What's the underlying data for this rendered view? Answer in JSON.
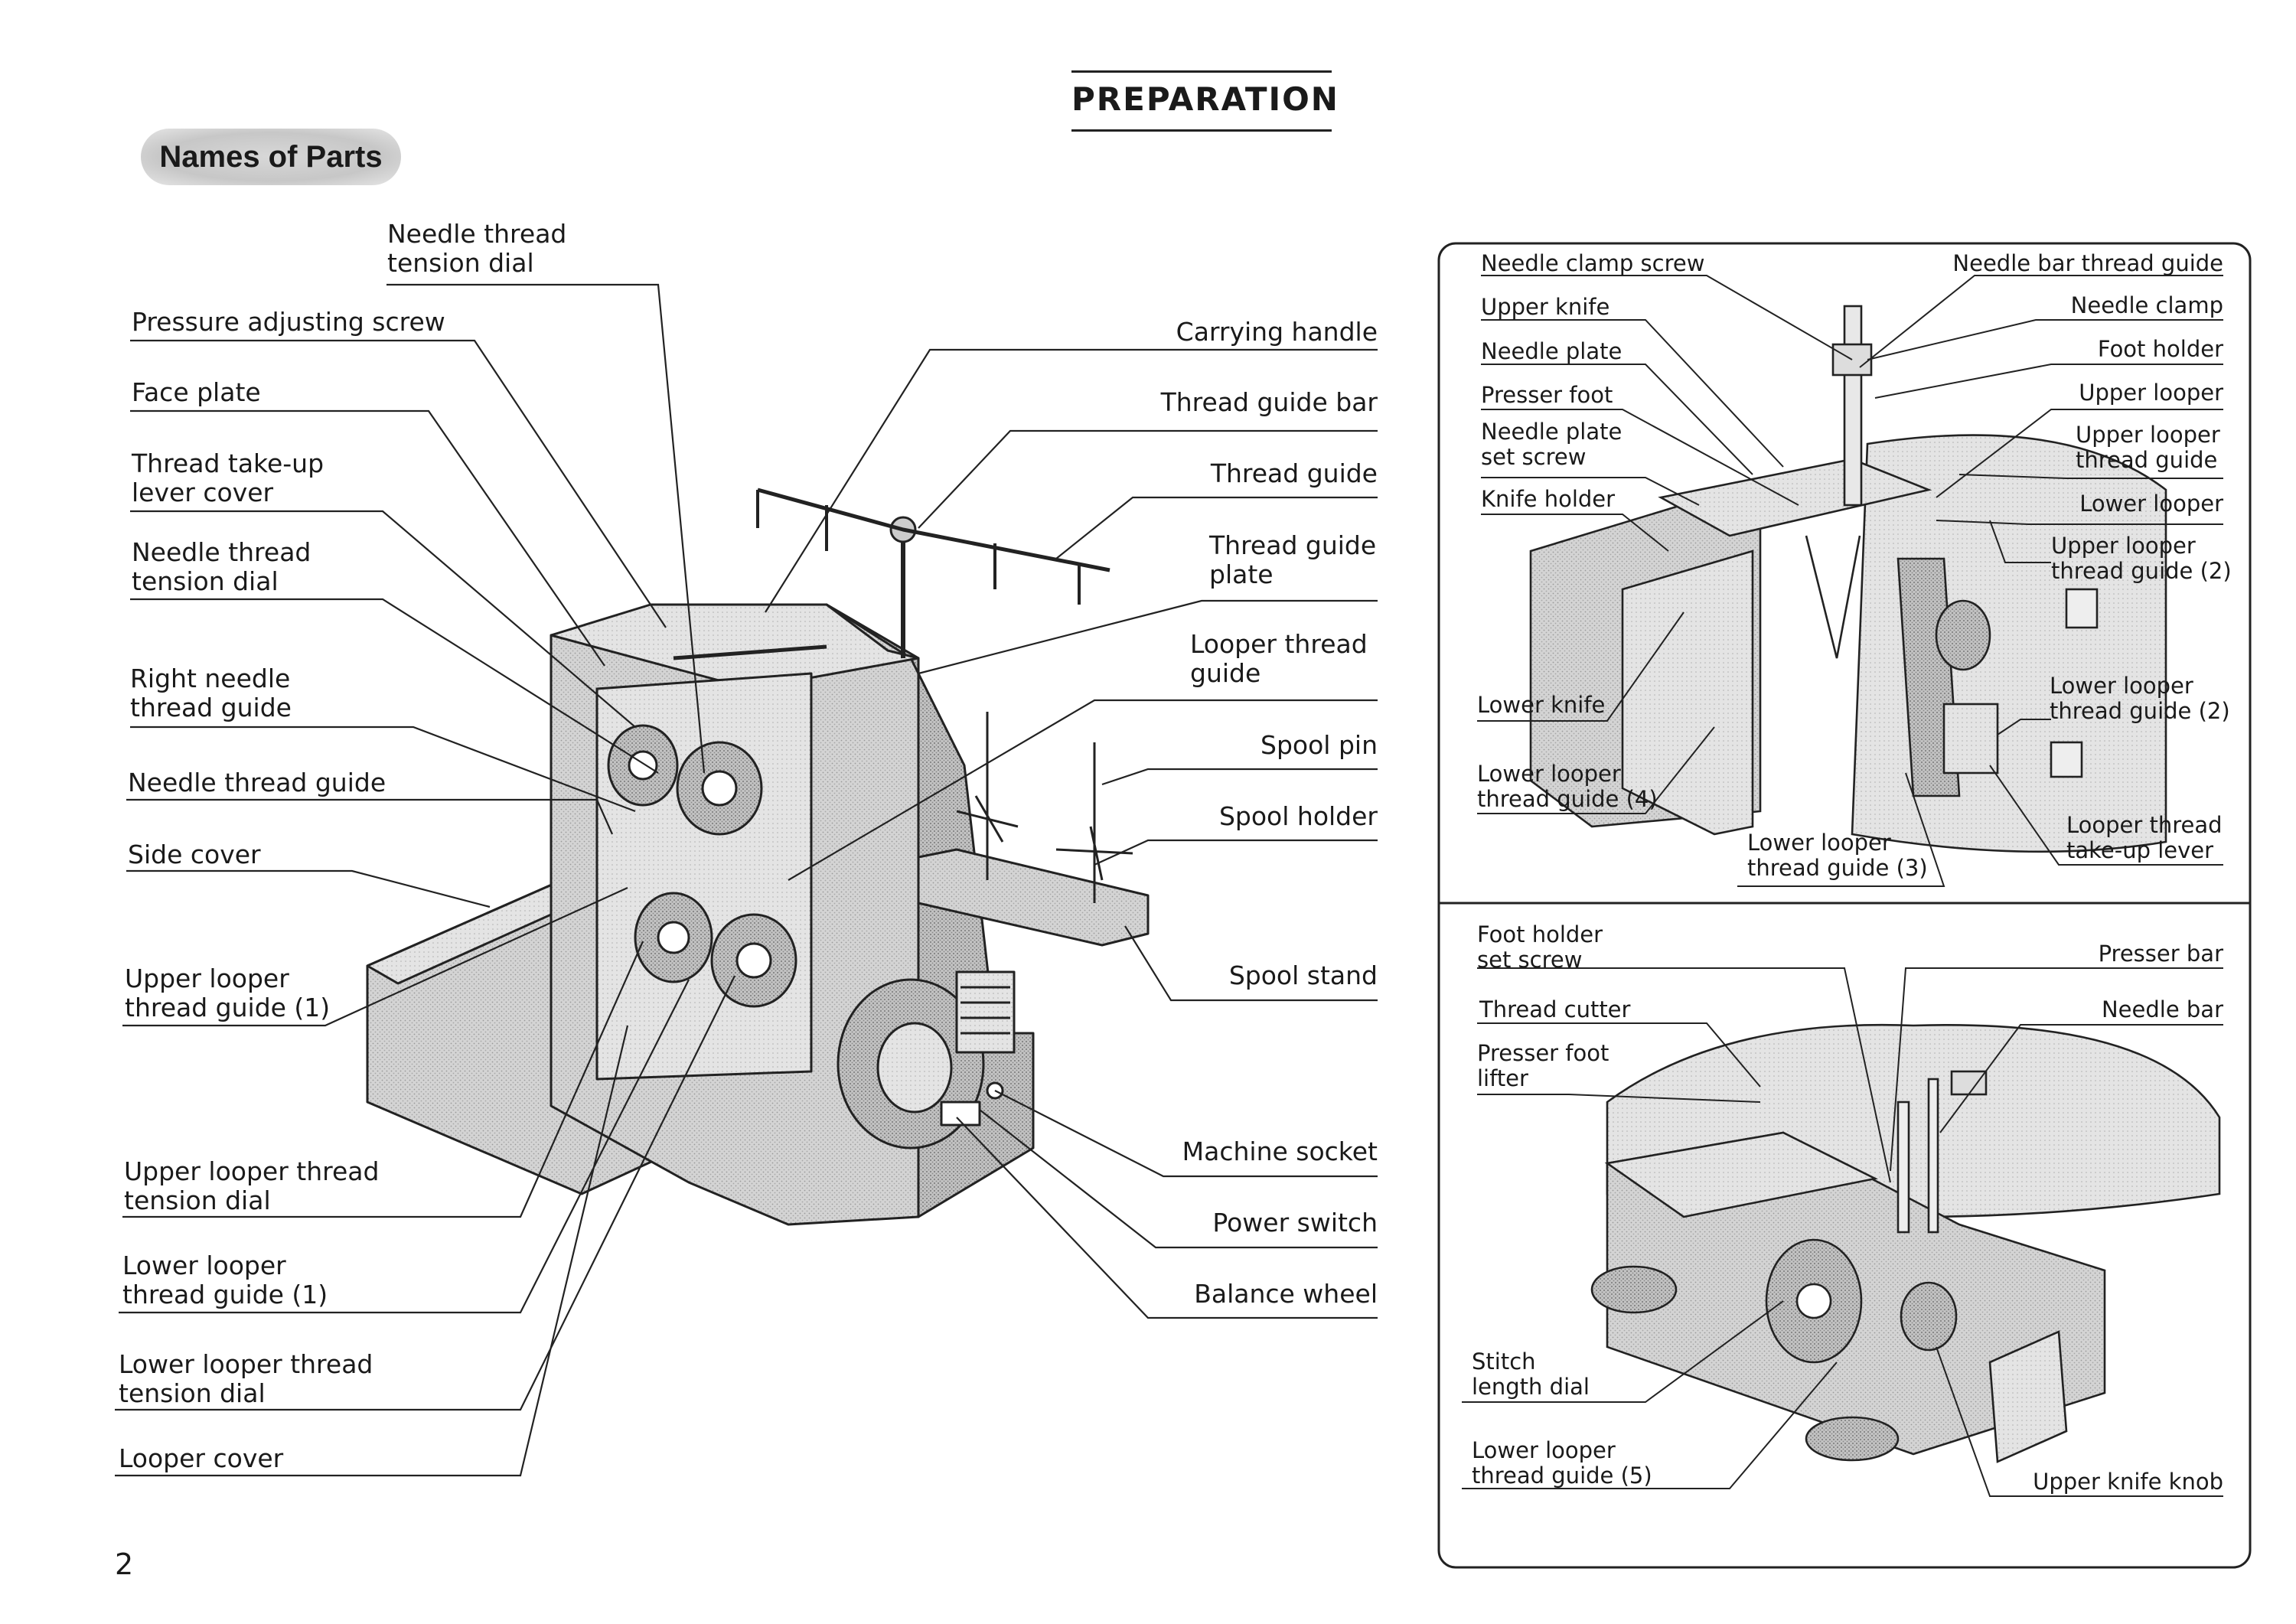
{
  "header": {
    "title": "PREPARATION"
  },
  "section": {
    "title": "Names of Parts"
  },
  "page_number": "2",
  "main_diagram": {
    "left_labels": [
      "Needle thread\ntension dial",
      "Pressure adjusting screw",
      "Face plate",
      "Thread take-up\nlever cover",
      "Needle thread\ntension dial",
      "Right needle\nthread guide",
      "Needle thread guide",
      "Side cover",
      "Upper looper\nthread guide (1)",
      "Upper looper thread\ntension dial",
      "Lower looper\nthread guide (1)",
      "Lower looper thread\ntension dial",
      "Looper cover"
    ],
    "right_labels": [
      "Carrying handle",
      "Thread guide bar",
      "Thread guide",
      "Thread guide\nplate",
      "Looper thread\nguide",
      "Spool pin",
      "Spool holder",
      "Spool stand",
      "Machine socket",
      "Power switch",
      "Balance wheel"
    ]
  },
  "inset_top": {
    "left_labels": [
      "Needle clamp screw",
      "Upper knife",
      "Needle plate",
      "Presser foot",
      "Needle plate\nset screw",
      "Knife holder",
      "Lower knife",
      "Lower looper\nthread guide (4)",
      "Lower looper\nthread guide (3)"
    ],
    "right_labels": [
      "Needle bar thread guide",
      "Needle clamp",
      "Foot holder",
      "Upper looper",
      "Upper looper\nthread guide",
      "Lower looper",
      "Upper looper\nthread guide (2)",
      "Lower looper\nthread guide (2)",
      "Looper thread\ntake-up lever"
    ]
  },
  "inset_bottom": {
    "left_labels": [
      "Foot holder\nset screw",
      "Thread cutter",
      "Presser foot\nlifter",
      "Stitch\nlength dial",
      "Lower looper\nthread guide (5)"
    ],
    "right_labels": [
      "Presser bar",
      "Needle bar",
      "Upper knife knob"
    ]
  }
}
